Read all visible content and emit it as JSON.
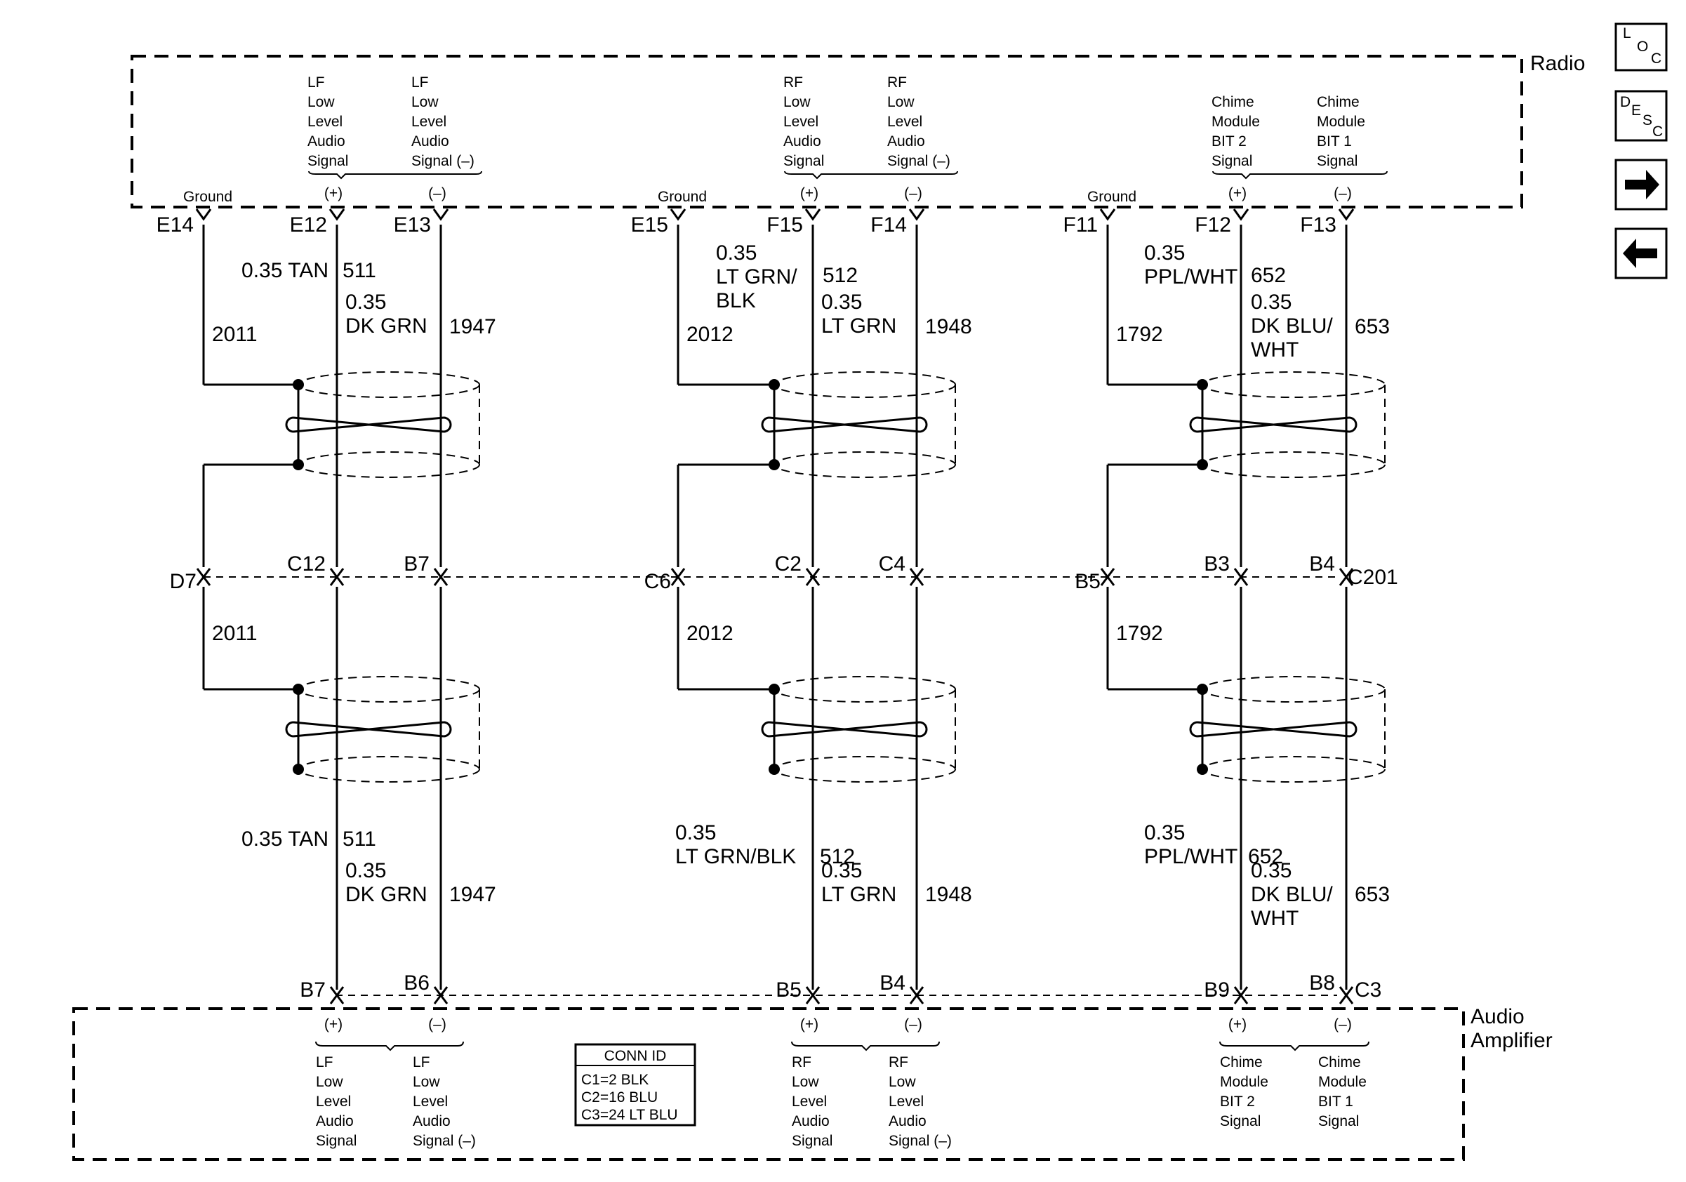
{
  "components": {
    "radio": {
      "label": "Radio"
    },
    "amplifier": {
      "label_line1": "Audio",
      "label_line2": "Amplifier"
    },
    "inline_connector": {
      "label": "C201"
    },
    "amp_connector": {
      "label": "C3"
    }
  },
  "nav_buttons": {
    "loc": {
      "l1": "L",
      "l2": "O",
      "l3": "C"
    },
    "desc": {
      "l1": "D",
      "l2": "E",
      "l3": "S",
      "l4": "C"
    },
    "next": {
      "icon": "arrow-right-icon"
    },
    "prev": {
      "icon": "arrow-left-icon"
    }
  },
  "conn_id": {
    "title": "CONN ID",
    "rows": [
      "C1=2 BLK",
      "C2=16 BLU",
      "C3=24 LT BLU"
    ]
  },
  "groups": [
    {
      "name": "LF",
      "ground": {
        "radio_label": "Ground",
        "radio_pin": "E14",
        "circuit_upper": "2011",
        "inline_pin": "D7",
        "circuit_lower": "2011"
      },
      "plus": {
        "radio_label": [
          "LF",
          "Low",
          "Level",
          "Audio",
          "Signal"
        ],
        "radio_sign": "(+)",
        "radio_pin": "E12",
        "wire_upper": [
          "0.35 TAN",
          "511"
        ],
        "inline_pin": "C12",
        "wire_lower": [
          "0.35 TAN",
          "511"
        ],
        "amp_pin": "B7",
        "amp_sign": "(+)",
        "amp_label": [
          "LF",
          "Low",
          "Level",
          "Audio",
          "Signal"
        ]
      },
      "minus": {
        "radio_label": [
          "LF",
          "Low",
          "Level",
          "Audio",
          "Signal (–)"
        ],
        "radio_sign": "(–)",
        "radio_pin": "E13",
        "wire_upper": [
          "0.35",
          "DK GRN",
          "1947"
        ],
        "inline_pin": "B7",
        "wire_lower": [
          "0.35",
          "DK GRN",
          "1947"
        ],
        "amp_pin": "B6",
        "amp_sign": "(–)",
        "amp_label": [
          "LF",
          "Low",
          "Level",
          "Audio",
          "Signal (–)"
        ]
      }
    },
    {
      "name": "RF",
      "ground": {
        "radio_label": "Ground",
        "radio_pin": "E15",
        "circuit_upper": "2012",
        "inline_pin": "C6",
        "circuit_lower": "2012"
      },
      "plus": {
        "radio_label": [
          "RF",
          "Low",
          "Level",
          "Audio",
          "Signal"
        ],
        "radio_sign": "(+)",
        "radio_pin": "F15",
        "wire_upper": [
          "0.35",
          "LT GRN/",
          "BLK",
          "512"
        ],
        "inline_pin": "C2",
        "wire_lower": [
          "0.35",
          "LT GRN/BLK",
          "512"
        ],
        "amp_pin": "B5",
        "amp_sign": "(+)",
        "amp_label": [
          "RF",
          "Low",
          "Level",
          "Audio",
          "Signal"
        ]
      },
      "minus": {
        "radio_label": [
          "RF",
          "Low",
          "Level",
          "Audio",
          "Signal (–)"
        ],
        "radio_sign": "(–)",
        "radio_pin": "F14",
        "wire_upper": [
          "0.35",
          "LT GRN",
          "1948"
        ],
        "inline_pin": "C4",
        "wire_lower": [
          "0.35",
          "LT GRN",
          "1948"
        ],
        "amp_pin": "B4",
        "amp_sign": "(–)",
        "amp_label": [
          "RF",
          "Low",
          "Level",
          "Audio",
          "Signal (–)"
        ]
      }
    },
    {
      "name": "Chime",
      "ground": {
        "radio_label": "Ground",
        "radio_pin": "F11",
        "circuit_upper": "1792",
        "inline_pin": "B5",
        "circuit_lower": "1792"
      },
      "plus": {
        "radio_label": [
          "Chime",
          "Module",
          "BIT 2",
          "Signal"
        ],
        "radio_sign": "(+)",
        "radio_pin": "F12",
        "wire_upper": [
          "0.35",
          "PPL/WHT",
          "652"
        ],
        "inline_pin": "B3",
        "wire_lower": [
          "0.35",
          "PPL/WHT",
          "652"
        ],
        "amp_pin": "B9",
        "amp_sign": "(+)",
        "amp_label": [
          "Chime",
          "Module",
          "BIT 2",
          "Signal"
        ]
      },
      "minus": {
        "radio_label": [
          "Chime",
          "Module",
          "BIT 1",
          "Signal"
        ],
        "radio_sign": "(–)",
        "radio_pin": "F13",
        "wire_upper": [
          "0.35",
          "DK BLU/",
          "WHT",
          "653"
        ],
        "inline_pin": "B4",
        "wire_lower": [
          "0.35",
          "DK BLU/",
          "WHT",
          "653"
        ],
        "amp_pin": "B8",
        "amp_sign": "(–)",
        "amp_label": [
          "Chime",
          "Module",
          "BIT 1",
          "Signal"
        ]
      }
    }
  ]
}
